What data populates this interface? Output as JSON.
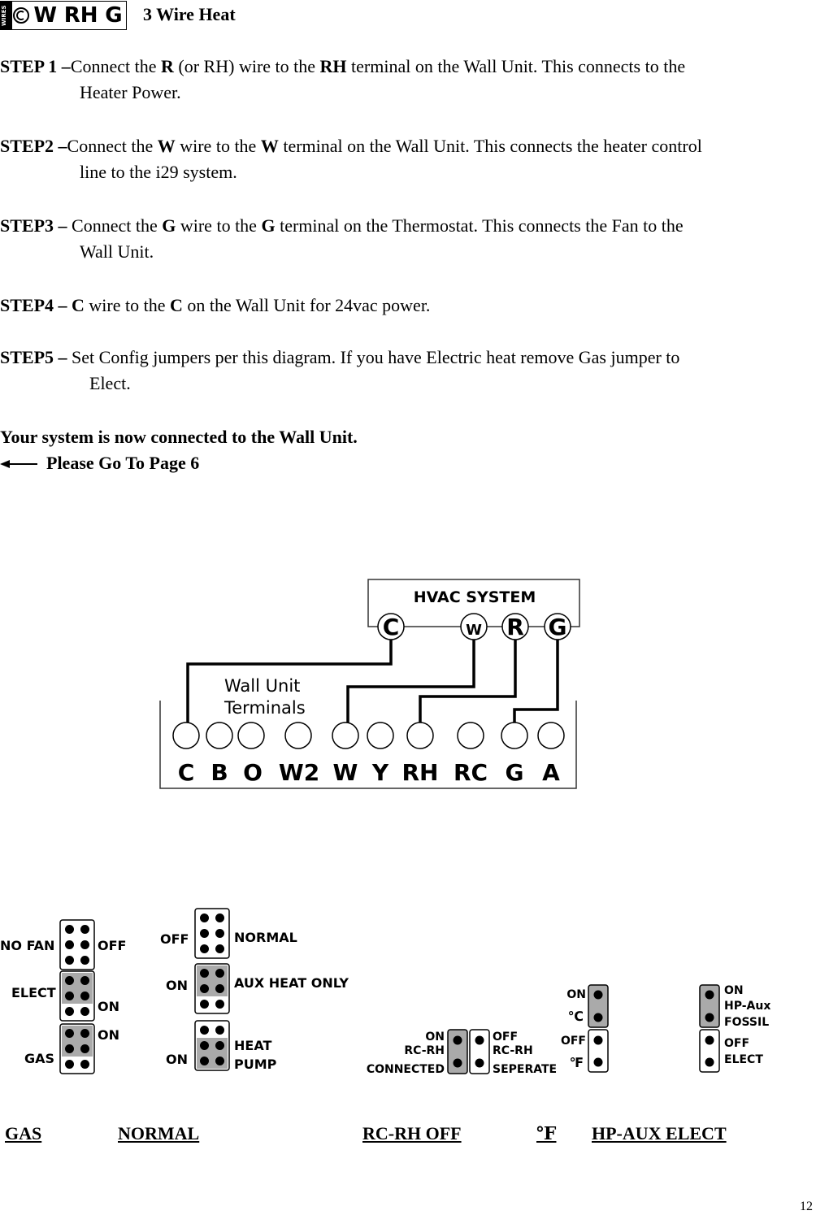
{
  "header": {
    "logo_letters": [
      "W",
      "RH",
      "G"
    ],
    "logo_side_text": "WIRES",
    "title": "3 Wire Heat"
  },
  "steps": [
    {
      "label": "STEP 1 –",
      "parts": [
        "Connect the ",
        "R",
        " (or RH) wire to the ",
        "RH",
        " terminal on the Wall Unit. This connects to the"
      ],
      "cont": "Heater Power."
    },
    {
      "label": "STEP2 –",
      "parts": [
        "Connect the ",
        "W",
        " wire to the ",
        "W",
        " terminal on the Wall Unit. This connects the heater control"
      ],
      "cont": "line to the i29 system."
    },
    {
      "label": "STEP3 –",
      "parts": [
        " Connect the ",
        "G",
        " wire to the ",
        "G",
        " terminal on the Thermostat. This connects the Fan to the"
      ],
      "cont": "Wall Unit."
    },
    {
      "label": "STEP4 –",
      "parts": [
        " ",
        "C",
        " wire to the ",
        "C",
        " on the Wall Unit for 24vac power."
      ],
      "cont": ""
    },
    {
      "label": "STEP5 –",
      "parts": [
        " Set Config jumpers per this diagram. If you have Electric heat remove Gas jumper to"
      ],
      "cont": "Elect."
    }
  ],
  "summary": "Your system is now connected to the Wall Unit.",
  "goto": "Please Go To Page 6",
  "diagram": {
    "hvac_title": "HVAC SYSTEM",
    "hvac_terminals": [
      "C",
      "W",
      "R",
      "G"
    ],
    "wall_unit_label_1": "Wall Unit",
    "wall_unit_label_2": "Terminals",
    "wall_terminals": [
      "C",
      "B",
      "O",
      "W2",
      "W",
      "Y",
      "RH",
      "RC",
      "G",
      "A"
    ]
  },
  "jumpers": {
    "block1": {
      "nofan": "NO FAN",
      "off": "OFF",
      "elect": "ELECT",
      "on1": "ON",
      "on2": "ON",
      "gas": "GAS"
    },
    "block2": {
      "off": "OFF",
      "normal": "NORMAL",
      "on1": "ON",
      "aux": "AUX HEAT ONLY",
      "on2": "ON",
      "heat": "HEAT",
      "pump": "PUMP"
    },
    "rcrh": {
      "on": "ON",
      "rcrh1": "RC-RH",
      "connected": "CONNECTED",
      "off": "OFF",
      "rcrh2": "RC-RH",
      "seperate": "SEPERATE"
    },
    "temp": {
      "on": "ON",
      "c": "℃",
      "off": "OFF",
      "f": "℉"
    },
    "hp": {
      "on": "ON",
      "hpaux": "HP-Aux",
      "fossil": "FOSSIL",
      "off": "OFF",
      "elect": "ELECT"
    }
  },
  "settings": [
    "GAS",
    "NORMAL",
    "RC-RH OFF",
    "℉",
    "HP-AUX ELECT"
  ],
  "page_number": "12"
}
